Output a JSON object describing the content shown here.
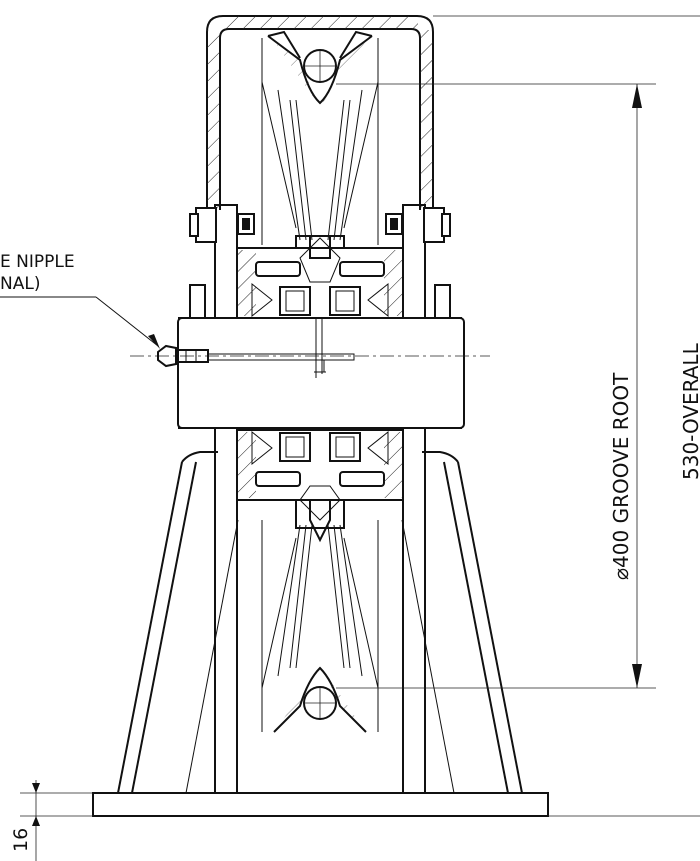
{
  "callout": {
    "line1": "E NIPPLE",
    "line2": "NAL)"
  },
  "dimensions": {
    "groove_root": "⌀400 GROOVE  ROOT",
    "overall": "530-OVERALL",
    "base_thickness": "16"
  }
}
